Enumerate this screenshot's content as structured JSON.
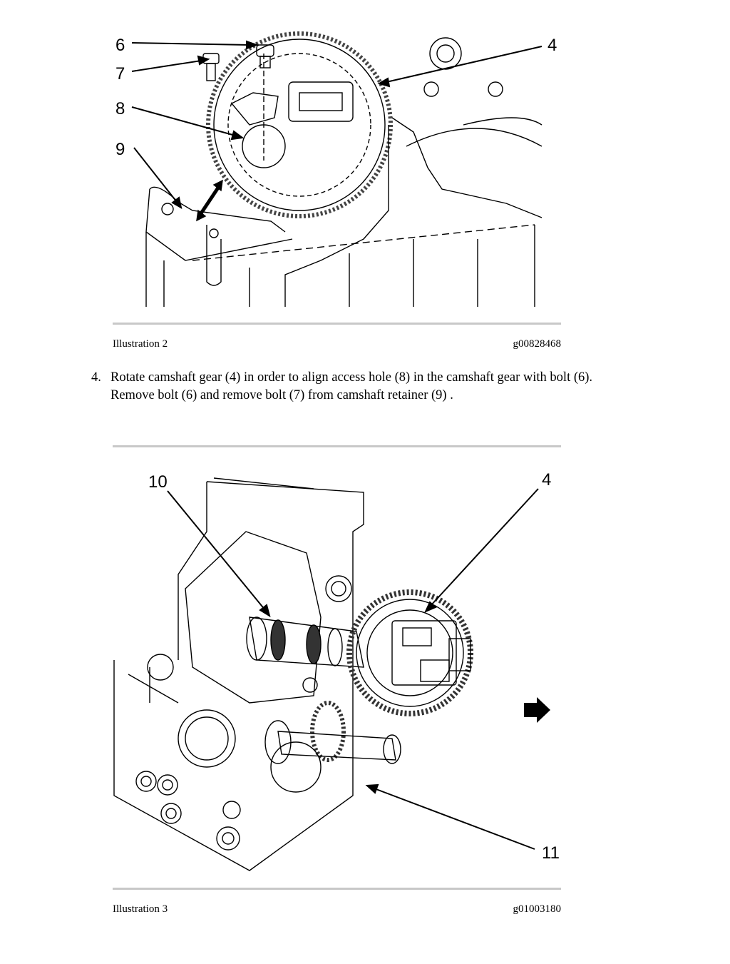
{
  "illustration_2": {
    "callouts": {
      "c6": "6",
      "c7": "7",
      "c8": "8",
      "c9": "9",
      "c4": "4"
    },
    "caption_left": "Illustration 2",
    "caption_right": "g00828468"
  },
  "step": {
    "number": "4.",
    "line1": "Rotate camshaft gear (4) in order to align access hole (8) in the camshaft gear with bolt (6).",
    "line2": "Remove bolt (6) and remove bolt (7) from camshaft retainer (9) ."
  },
  "illustration_3": {
    "callouts": {
      "c10": "10",
      "c4": "4",
      "c11": "11"
    },
    "caption_left": "Illustration 3",
    "caption_right": "g01003180"
  }
}
